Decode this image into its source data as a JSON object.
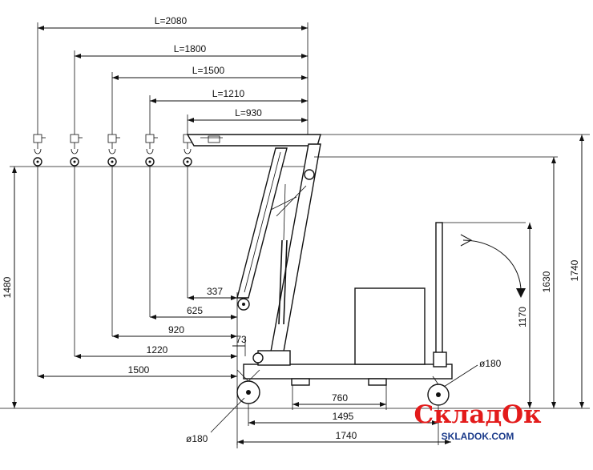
{
  "reach_dimensions": [
    "L=2080",
    "L=1800",
    "L=1500",
    "L=1210",
    "L=930"
  ],
  "offset_dimensions": [
    "337",
    "625",
    "920",
    "1220",
    "1500"
  ],
  "offset_small": "73",
  "height_dimensions": {
    "left": "1480",
    "h1170": "1170",
    "h1630": "1630",
    "h1740": "1740"
  },
  "base_dimensions": [
    "760",
    "1495",
    "1740"
  ],
  "wheel_labels": {
    "front": "ø180",
    "rear": "ø180"
  },
  "logo": {
    "text": "СкладОк",
    "url": "SKLADOK.COM",
    "color": "#e31b1b",
    "url_color": "#1a3a8a"
  }
}
